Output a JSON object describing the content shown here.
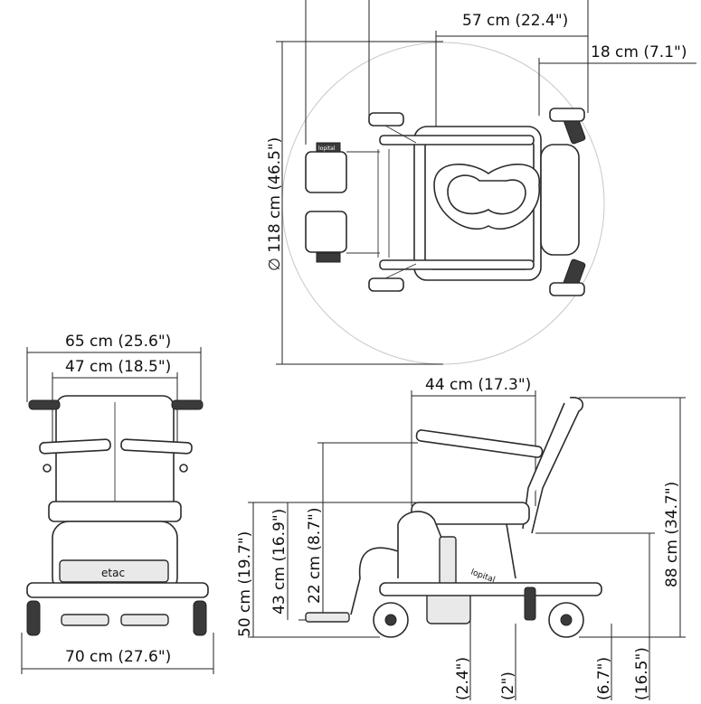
{
  "top_view": {
    "width_label": "57 cm (22.4\")",
    "offset_label": "18 cm (7.1\")",
    "diameter_label": "∅ 118 cm (46.5\")",
    "brand_text": "lopital"
  },
  "front_view": {
    "armrest_width_label": "65 cm (25.6\")",
    "seat_width_label": "47 cm (18.5\")",
    "base_width_label": "70 cm (27.6\")",
    "brand_text": "etac"
  },
  "side_view": {
    "depth_label": "44 cm (17.3\")",
    "total_height_label": "88 cm (34.7\")",
    "seat_height_label": "50 cm (19.7\")",
    "seat_height_low_label": "43 cm (16.9\")",
    "armrest_label": "22 cm (8.7\")",
    "bottom_labels": [
      "(2.4\")",
      "(2\")",
      "(6.7\")",
      "(16.5\")"
    ],
    "brand_text": "lopital"
  }
}
